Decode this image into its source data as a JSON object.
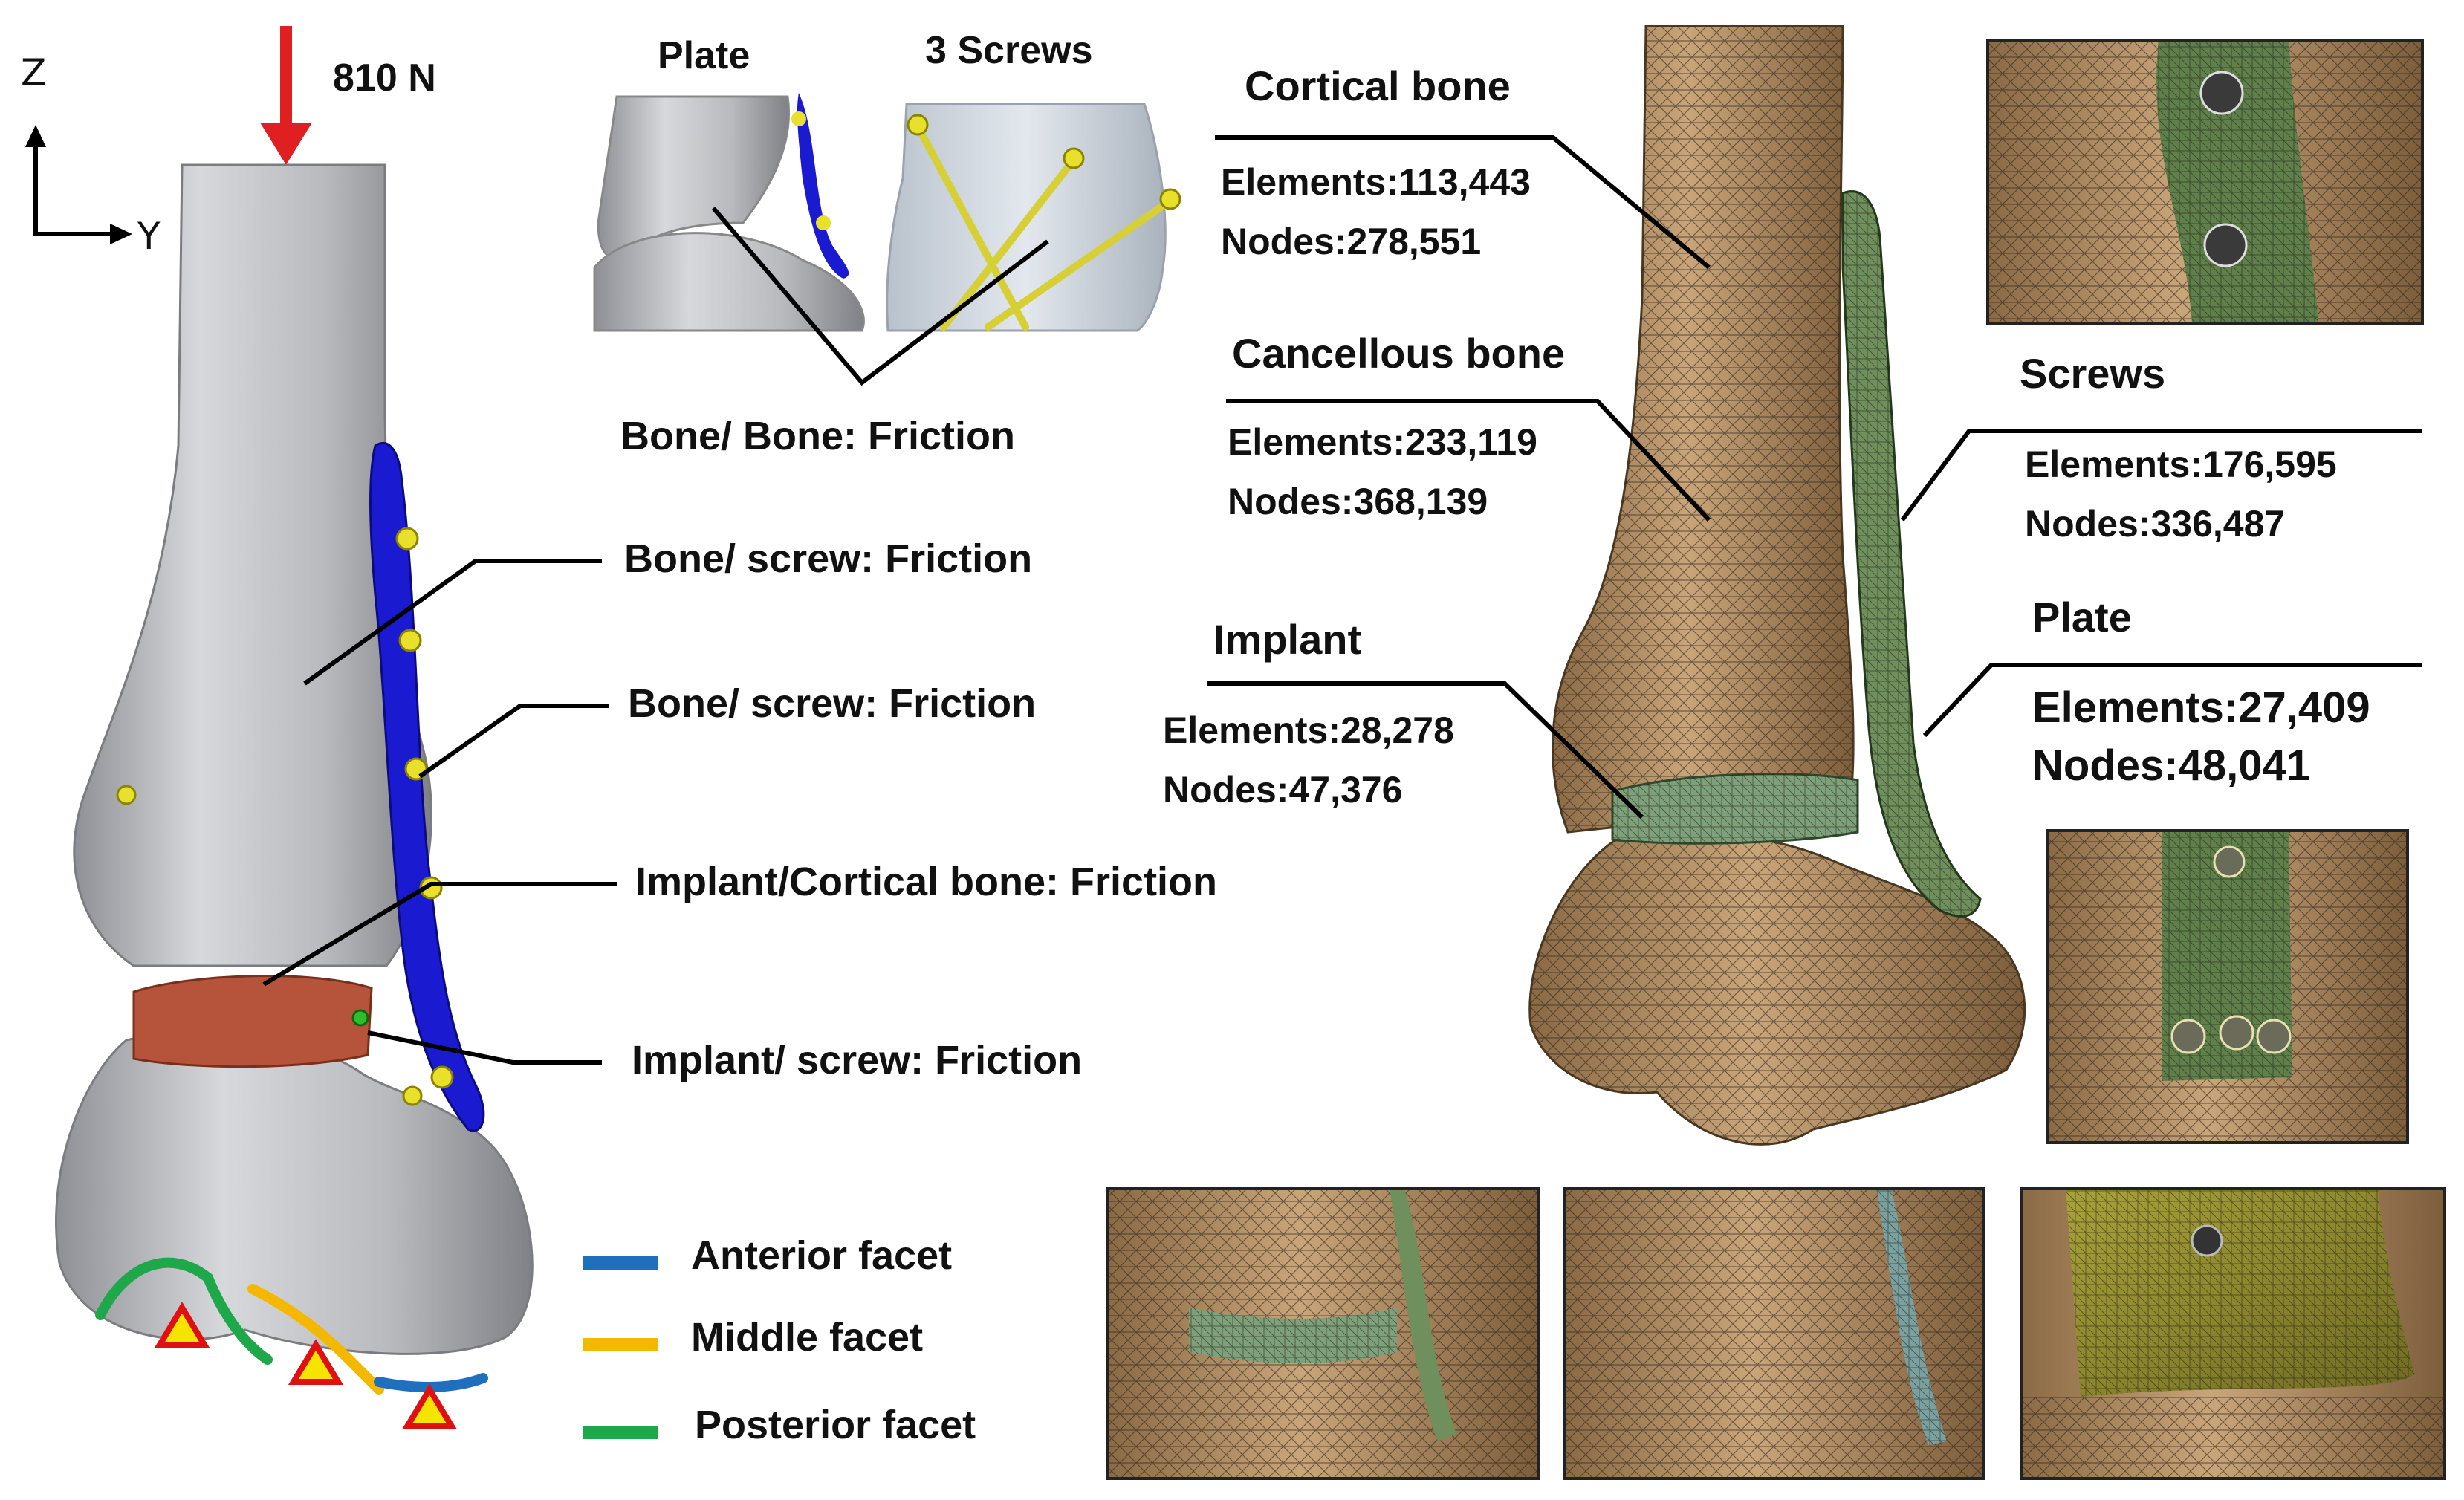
{
  "load": {
    "value": "810 N"
  },
  "axes": {
    "z": "Z",
    "y": "Y"
  },
  "insets_top": {
    "plate": "Plate",
    "screws": "3 Screws"
  },
  "contacts": [
    {
      "label": "Bone/ Bone: Friction"
    },
    {
      "label": "Bone/ screw: Friction"
    },
    {
      "label": "Bone/ screw: Friction"
    },
    {
      "label": "Implant/Cortical bone: Friction"
    },
    {
      "label": "Implant/ screw: Friction"
    }
  ],
  "legend": [
    {
      "label": "Anterior facet",
      "color": "#1f6fbf"
    },
    {
      "label": "Middle facet",
      "color": "#f5b800"
    },
    {
      "label": "Posterior facet",
      "color": "#1ea84a"
    }
  ],
  "mesh": {
    "cortical": {
      "title": "Cortical bone",
      "elements": "Elements:113,443",
      "nodes": "Nodes:278,551"
    },
    "cancellous": {
      "title": "Cancellous bone",
      "elements": "Elements:233,119",
      "nodes": "Nodes:368,139"
    },
    "implant": {
      "title": "Implant",
      "elements": "Elements:28,278",
      "nodes": "Nodes:47,376"
    },
    "screws": {
      "title": "Screws",
      "elements": "Elements:176,595",
      "nodes": "Nodes:336,487"
    },
    "plate": {
      "title": "Plate",
      "elements": "Elements:27,409",
      "nodes": "Nodes:48,041"
    }
  },
  "colors": {
    "bone_gray": "#b4b6ba",
    "plate_blue": "#1a1ad0",
    "implant_red": "#b5543a",
    "screw_yellow": "#e8e02a",
    "mesh_tan": "#c9a57a",
    "mesh_green": "#6f8f5c",
    "load_red": "#e02020"
  }
}
